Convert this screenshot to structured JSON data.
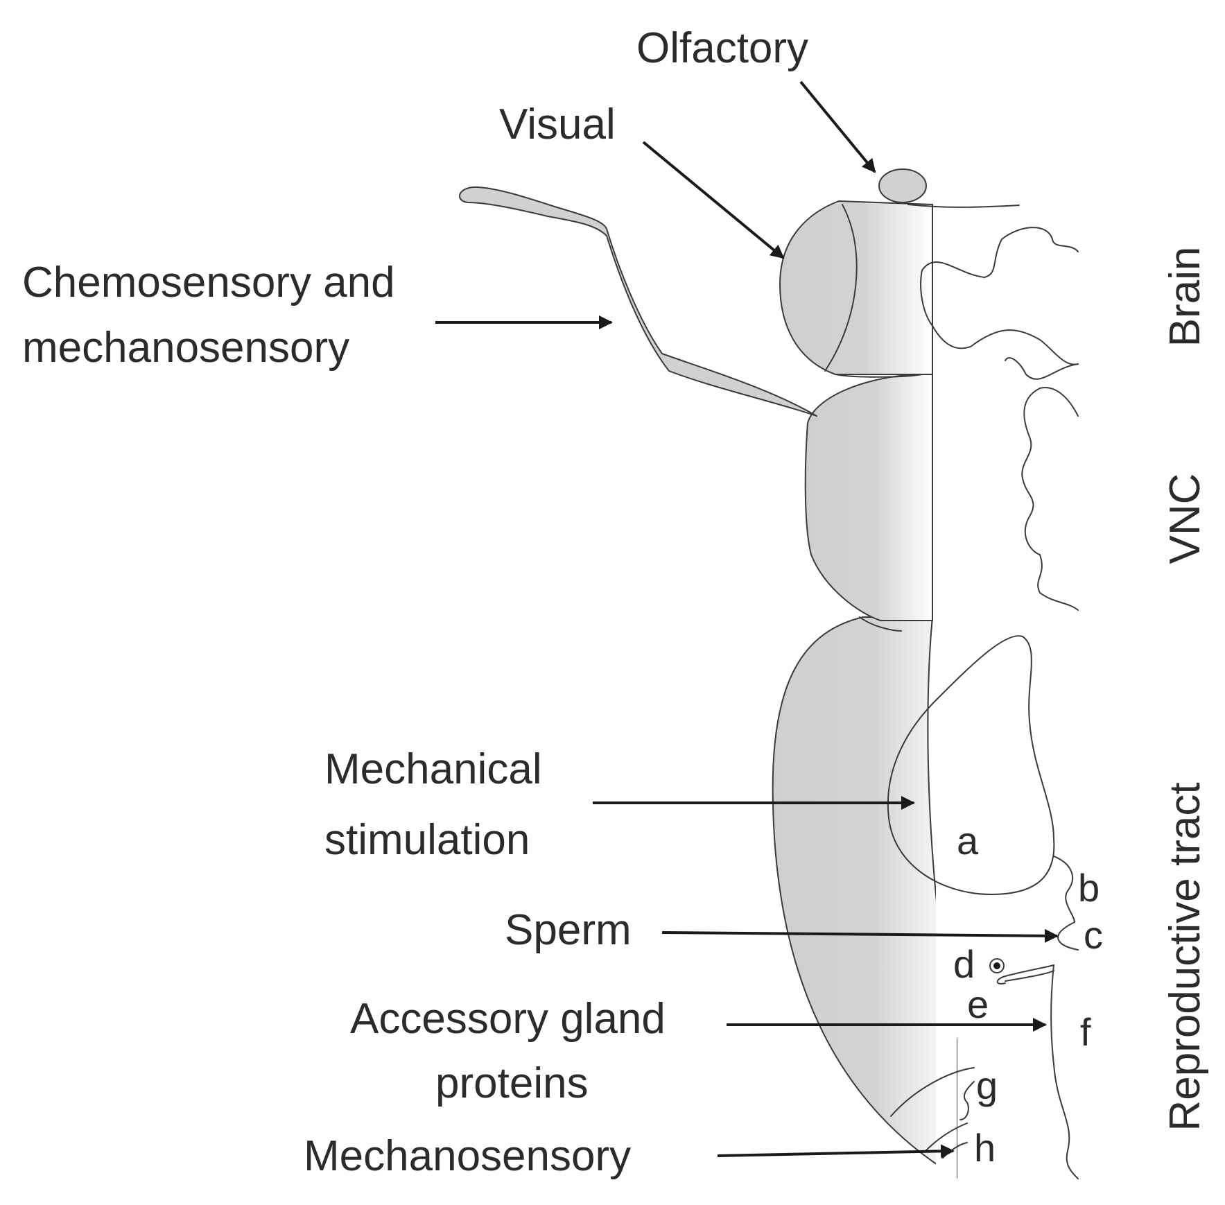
{
  "labels": {
    "olfactory": "Olfactory",
    "visual": "Visual",
    "chemo_line1": "Chemosensory and",
    "chemo_line2": "mechanosensory",
    "mechanical_line1": "Mechanical",
    "mechanical_line2": "stimulation",
    "sperm": "Sperm",
    "accessory_line1": "Accessory gland",
    "accessory_line2": "proteins",
    "mechanosensory": "Mechanosensory"
  },
  "regions": {
    "brain": "Brain",
    "vnc": "VNC",
    "reproductive": "Reproductive tract"
  },
  "parts": [
    "a",
    "b",
    "c",
    "d",
    "e",
    "f",
    "g",
    "h"
  ],
  "colors": {
    "body_fill": "#d1d1d1",
    "outline": "#3a3a3a",
    "text": "#2b2b2b",
    "background": "#ffffff"
  }
}
